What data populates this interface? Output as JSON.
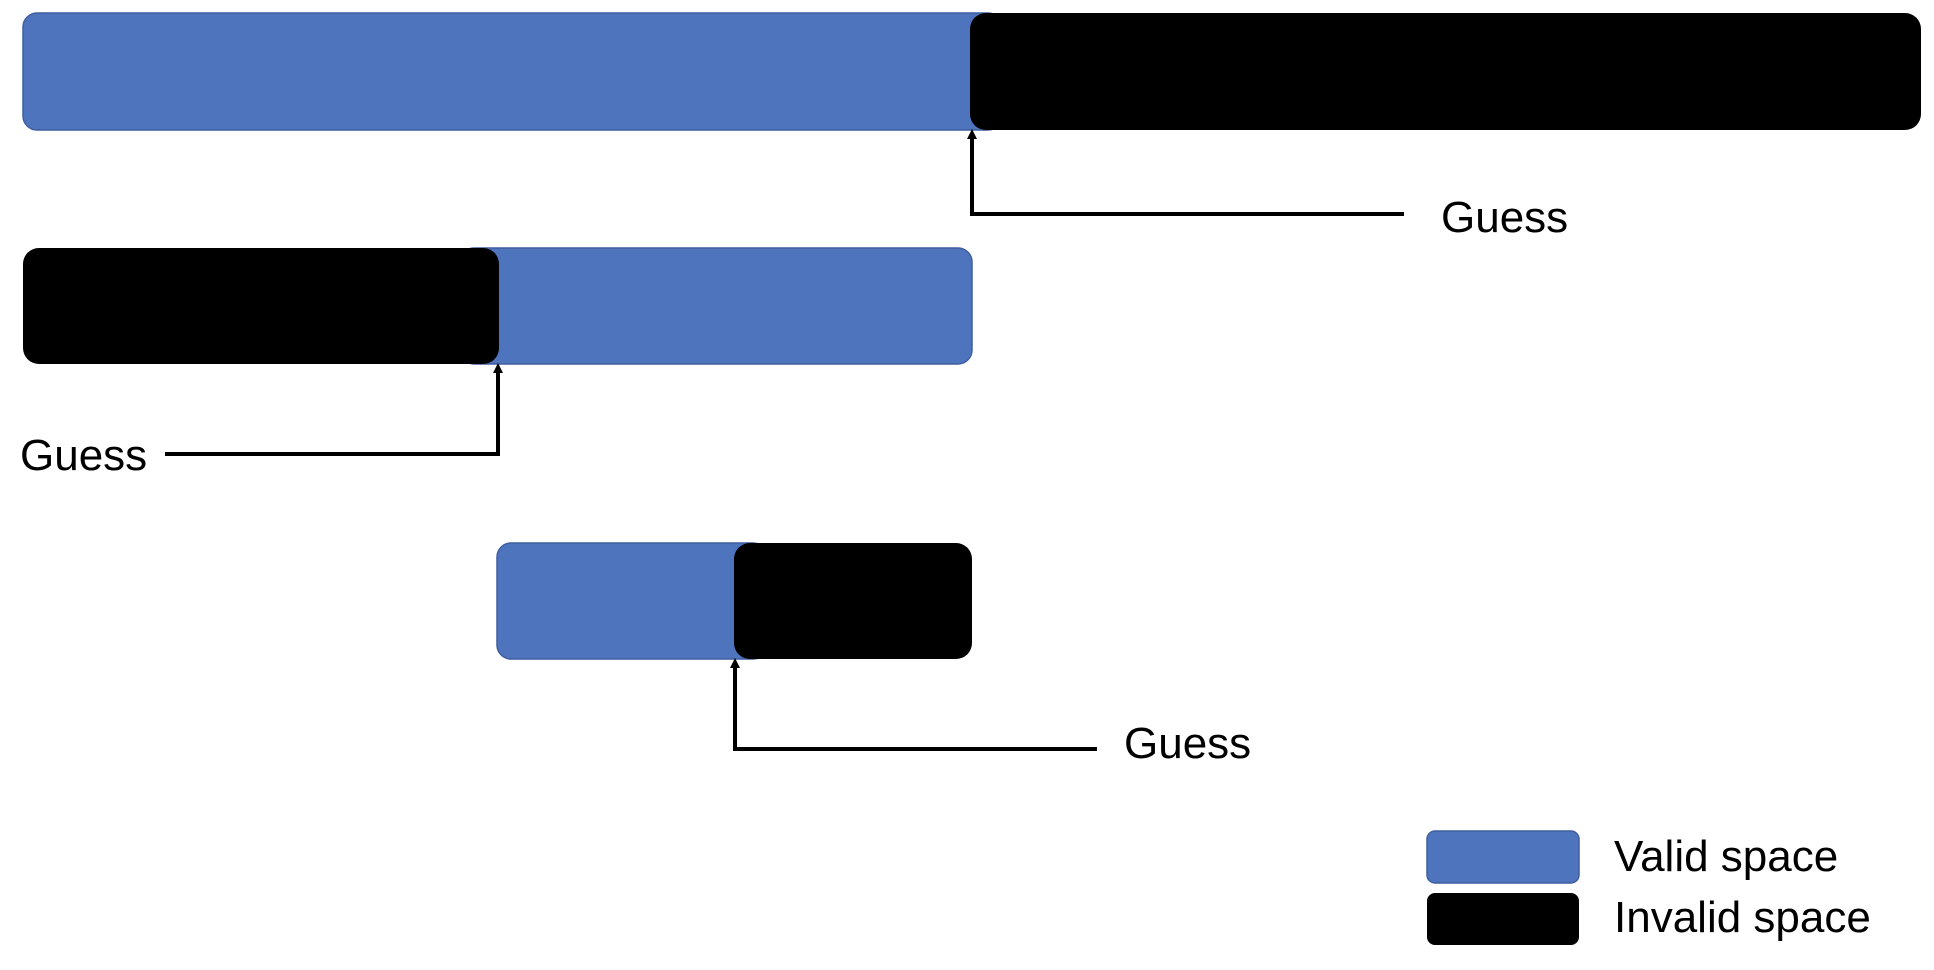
{
  "colors": {
    "valid": "#4e74be",
    "valid_border": "#3f5f9e",
    "invalid": "#000000",
    "line": "#000000"
  },
  "bars": [
    {
      "segments": [
        {
          "kind": "valid"
        },
        {
          "kind": "invalid"
        }
      ],
      "guess": {
        "label": "Guess"
      }
    },
    {
      "segments": [
        {
          "kind": "invalid"
        },
        {
          "kind": "valid"
        }
      ],
      "guess": {
        "label": "Guess"
      }
    },
    {
      "segments": [
        {
          "kind": "valid"
        },
        {
          "kind": "invalid"
        }
      ],
      "guess": {
        "label": "Guess"
      }
    }
  ],
  "legend": {
    "items": [
      {
        "kind": "valid",
        "label": "Valid space"
      },
      {
        "kind": "invalid",
        "label": "Invalid space"
      }
    ]
  }
}
